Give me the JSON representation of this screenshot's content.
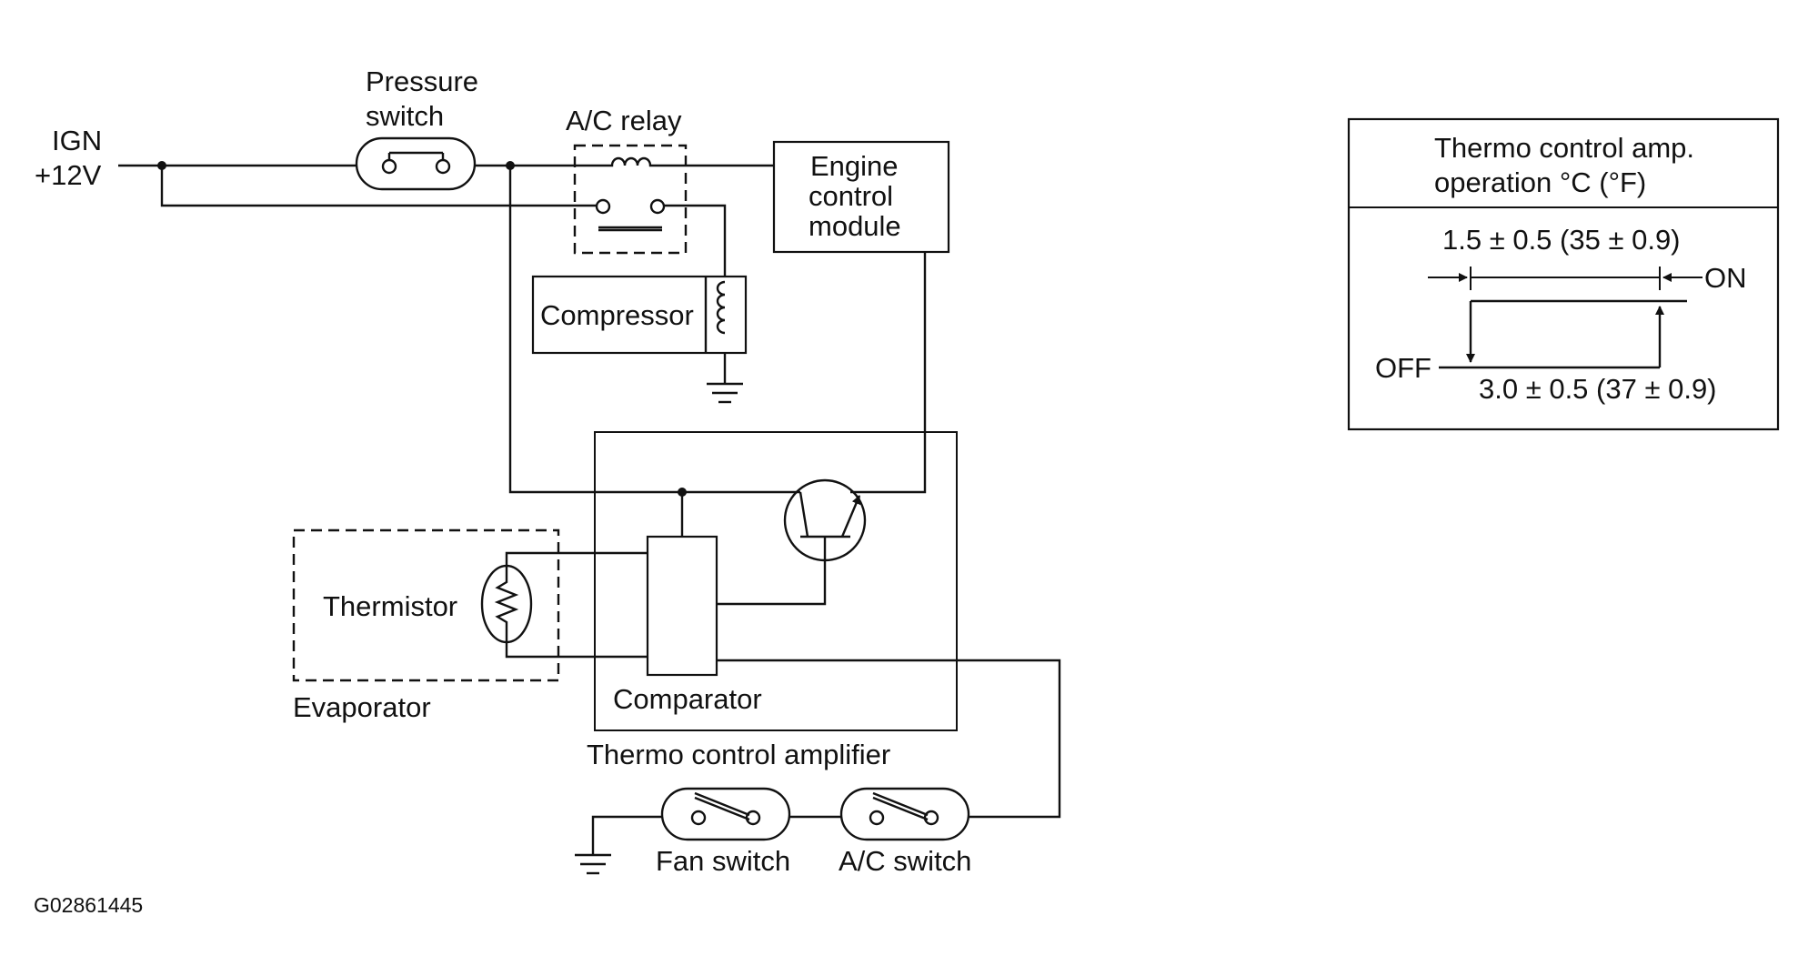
{
  "labels": {
    "ign": "IGN",
    "volts": "+12V",
    "pressure_switch_line1": "Pressure",
    "pressure_switch_line2": "switch",
    "ac_relay": "A/C relay",
    "ecm_line1": "Engine",
    "ecm_line2": "control",
    "ecm_line3": "module",
    "compressor": "Compressor",
    "thermistor": "Thermistor",
    "evaporator": "Evaporator",
    "comparator": "Comparator",
    "thermo_amp": "Thermo control amplifier",
    "fan_switch": "Fan switch",
    "ac_switch": "A/C switch",
    "figure_id": "G02861445"
  },
  "operation_table": {
    "title_line1": "Thermo control amp.",
    "title_line2": "operation  °C  (°F)",
    "on_value": "1.5 ± 0.5 (35 ± 0.9)",
    "on_label": "ON",
    "off_label": "OFF",
    "off_value": "3.0 ± 0.5 (37 ± 0.9)"
  }
}
